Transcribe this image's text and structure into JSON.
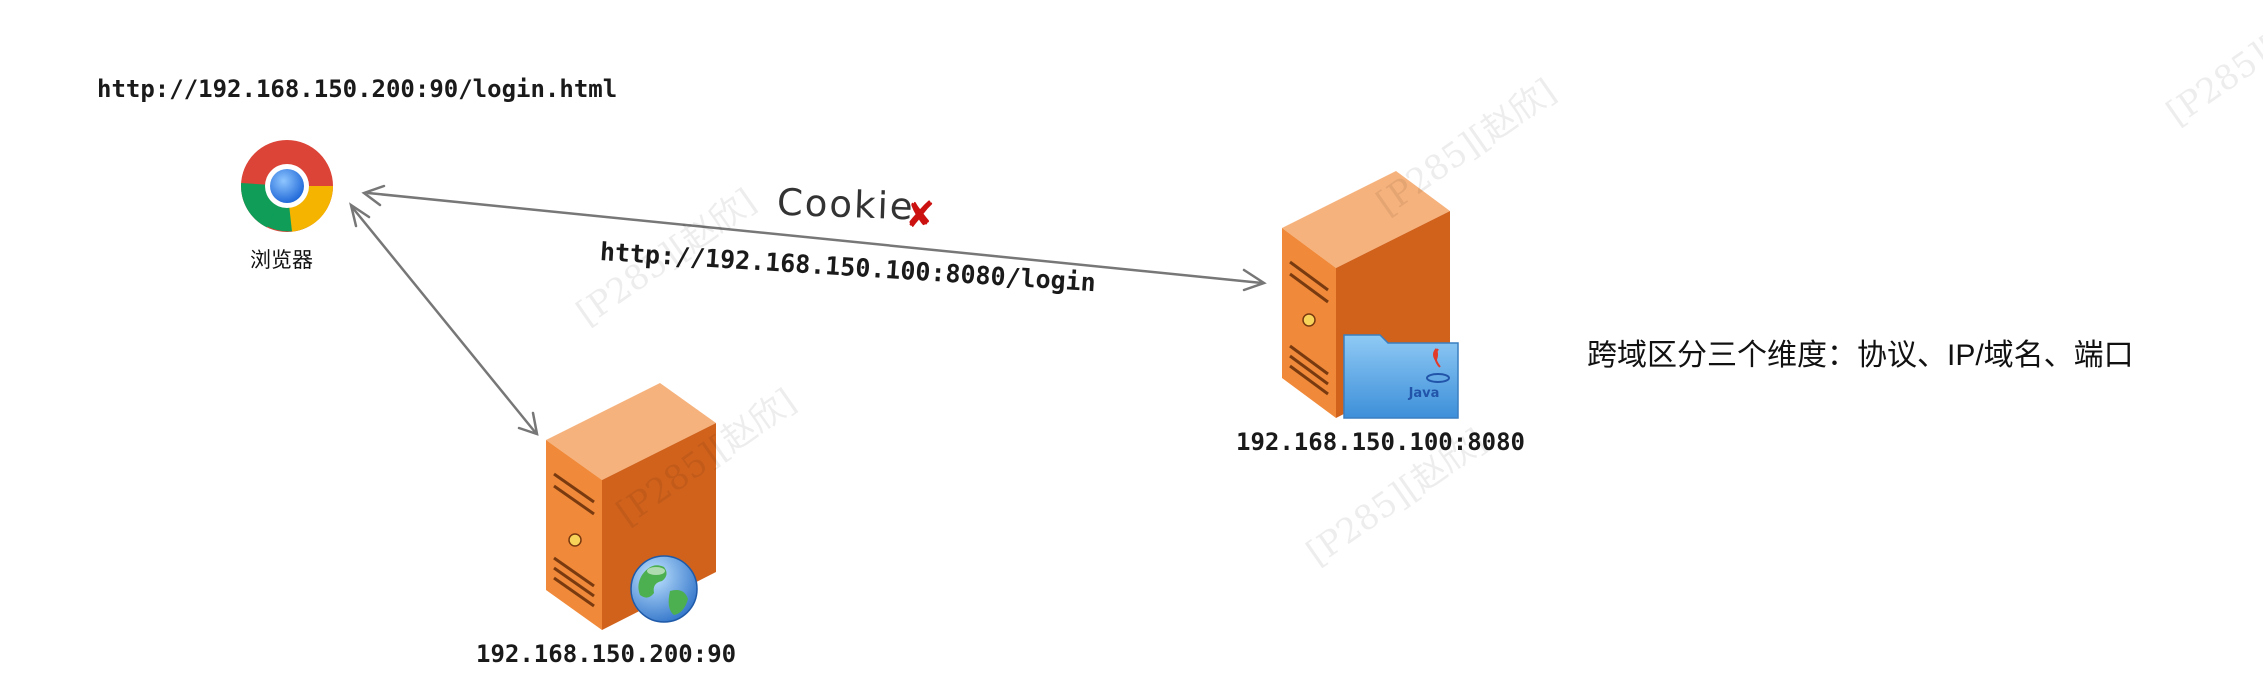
{
  "browser": {
    "url": "http://192.168.150.200:90/login.html",
    "label": "浏览器",
    "icon": "chrome-icon"
  },
  "connection": {
    "cookie_label": "Cookie",
    "blocked_mark": "✘",
    "request_url": "http://192.168.150.100:8080/login"
  },
  "servers": {
    "java": {
      "address": "192.168.150.100:8080",
      "badge_icon": "java-folder-icon",
      "badge_text": "Java"
    },
    "web": {
      "address": "192.168.150.200:90",
      "badge_icon": "globe-icon"
    }
  },
  "note": "跨域区分三个维度：协议、IP/域名、端口",
  "watermark": "[P285][赵欣]",
  "colors": {
    "server_front": "#f08a3a",
    "server_side": "#d1621c",
    "server_top": "#f6b27c",
    "arrow": "#777777",
    "blocked": "#cc1111",
    "folder": "#5aa8e8"
  }
}
